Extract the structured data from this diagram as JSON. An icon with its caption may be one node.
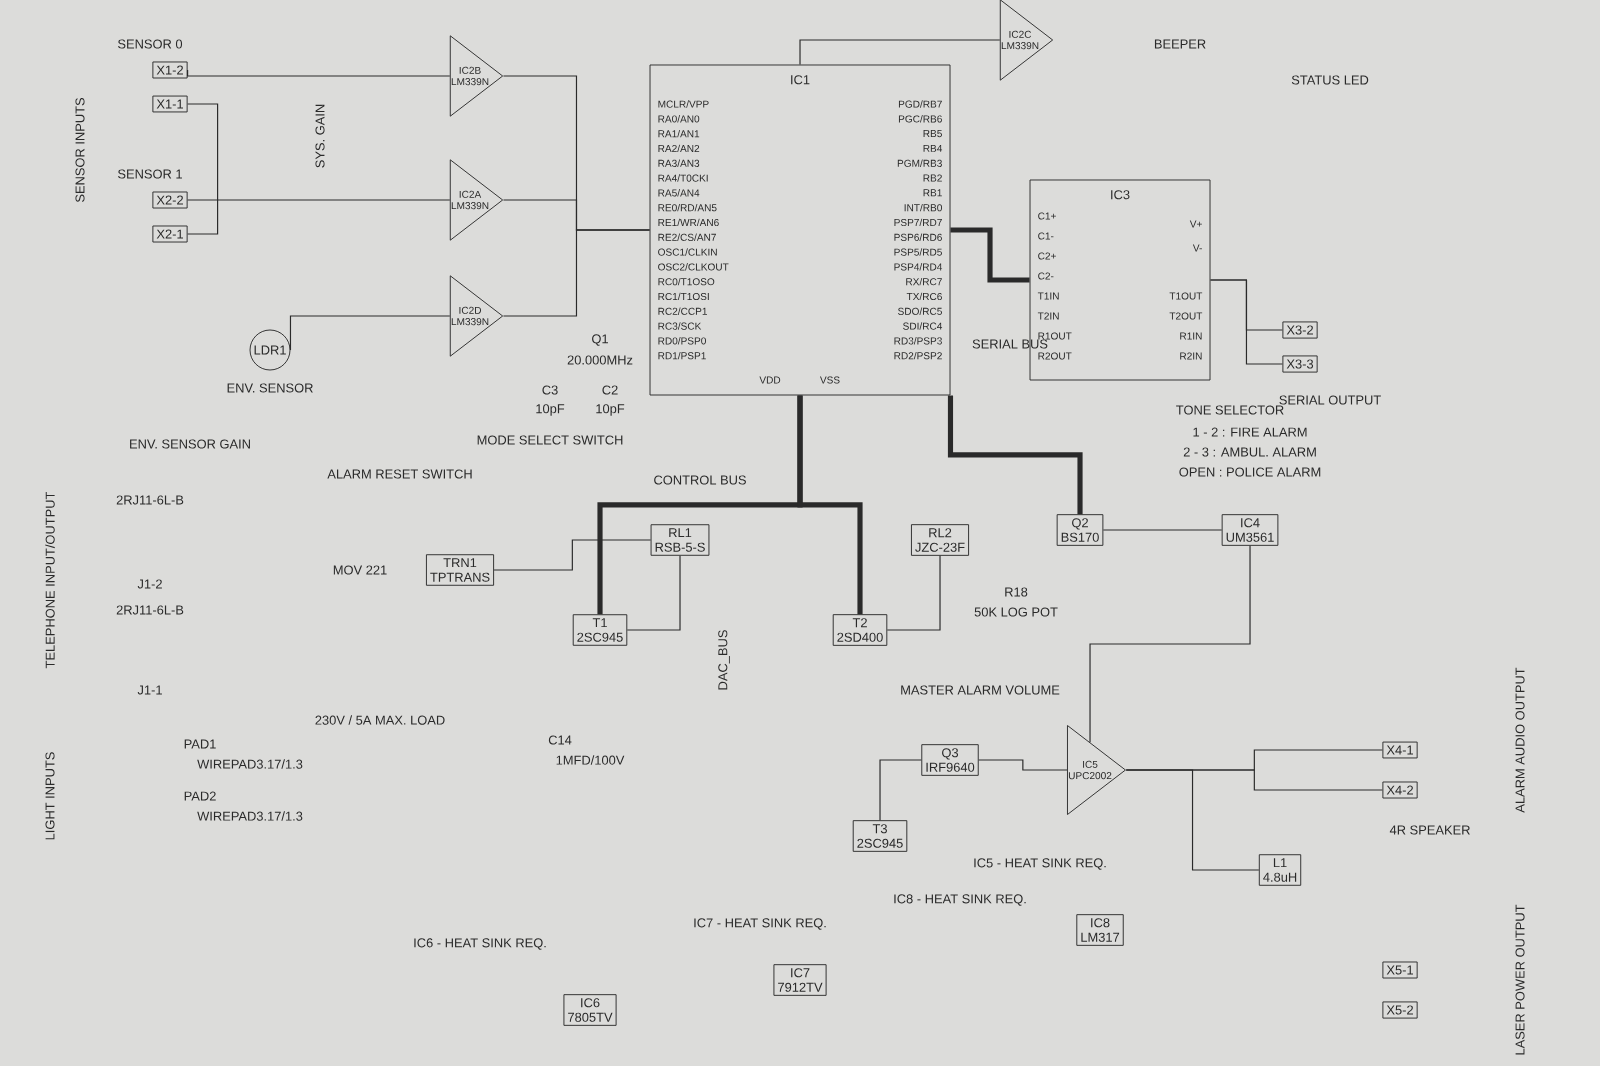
{
  "diagram": {
    "nodes": [
      {
        "text": [
          "X1-2"
        ]
      },
      {
        "text": [
          "X1-1"
        ]
      },
      {
        "text": [
          "X2-2"
        ]
      },
      {
        "text": [
          "X2-1"
        ]
      },
      {
        "text": [
          "IC2B",
          "LM339N"
        ]
      },
      {
        "text": [
          "IC2A",
          "LM339N"
        ]
      },
      {
        "text": [
          "LDR1"
        ],
        "beside": [
          "ENV. SENSOR"
        ]
      },
      {
        "text": [
          "IC2D",
          "LM339N"
        ]
      },
      {
        "text": [
          "IC1"
        ]
      },
      {
        "text": [
          "IC2C",
          "LM339N"
        ]
      },
      {
        "text": [
          "IC3"
        ]
      },
      {
        "text": [
          "X3-2"
        ]
      },
      {
        "text": [
          "X3-3"
        ]
      },
      {
        "text": [
          "IC4",
          "UM3561"
        ]
      },
      {
        "text": [
          "TRN1",
          "TPTRANS"
        ]
      },
      {
        "text": [
          "RL1",
          "RSB-5-S"
        ]
      },
      {
        "text": [
          "T1",
          "2SC945"
        ]
      },
      {
        "text": [
          "RL2",
          "JZC-23F"
        ]
      },
      {
        "text": [
          "T2",
          "2SD400"
        ]
      },
      {
        "text": [
          "Q2",
          "BS170"
        ]
      },
      {
        "text": [
          "Q3",
          "IRF9640"
        ]
      },
      {
        "text": [
          "T3",
          "2SC945"
        ]
      },
      {
        "text": [
          "IC5",
          "UPC2002"
        ]
      },
      {
        "text": [
          "X4-1"
        ]
      },
      {
        "text": [
          "X4-2"
        ]
      },
      {
        "text": [
          "L1",
          "4.8uH"
        ]
      },
      {
        "text": [
          "X5-1"
        ]
      },
      {
        "text": [
          "X5-2"
        ]
      },
      {
        "text": [
          "IC6",
          "7805TV"
        ]
      },
      {
        "text": [
          "IC7",
          "7912TV"
        ]
      },
      {
        "text": [
          "IC8",
          "LM317"
        ]
      }
    ],
    "edges": [
      {
        "from": 0,
        "to": 4,
        "arrow": "none"
      },
      {
        "from": 2,
        "to": 5,
        "arrow": "none"
      },
      {
        "from": 6,
        "to": 7,
        "arrow": "none"
      },
      {
        "from": 4,
        "to": 8,
        "arrow": "none"
      },
      {
        "from": 5,
        "to": 8,
        "arrow": "none"
      },
      {
        "from": 7,
        "to": 8,
        "arrow": "none"
      },
      {
        "from": 8,
        "to": 9,
        "arrow": "none"
      },
      {
        "from": 8,
        "to": 10,
        "arrow": "none",
        "style": "thick"
      },
      {
        "from": 10,
        "to": 11,
        "arrow": "none"
      },
      {
        "from": 10,
        "to": 12,
        "arrow": "none"
      },
      {
        "from": 8,
        "to": 16,
        "arrow": "none",
        "style": "thick"
      },
      {
        "from": 16,
        "to": 15,
        "arrow": "none"
      },
      {
        "from": 8,
        "to": 18,
        "arrow": "none",
        "style": "thick"
      },
      {
        "from": 18,
        "to": 17,
        "arrow": "none"
      },
      {
        "from": 8,
        "to": 19,
        "arrow": "none",
        "style": "thick"
      },
      {
        "from": 19,
        "to": 13,
        "arrow": "none"
      },
      {
        "from": 13,
        "to": 22,
        "arrow": "none"
      },
      {
        "from": 21,
        "to": 20,
        "arrow": "none"
      },
      {
        "from": 20,
        "to": 22,
        "arrow": "none"
      },
      {
        "from": 22,
        "to": 23,
        "arrow": "none"
      },
      {
        "from": 22,
        "to": 24,
        "arrow": "none"
      },
      {
        "from": 22,
        "to": 25,
        "arrow": "none"
      },
      {
        "from": 15,
        "to": 14,
        "arrow": "none"
      },
      {
        "from": 1,
        "to": 3,
        "arrow": "none"
      }
    ],
    "labels": [
      "SENSOR 0",
      "SENSOR 1",
      "SENSOR INPUTS",
      "SYS. GAIN",
      "ENV. SENSOR GAIN",
      "ALARM RESET SWITCH",
      "MODE SELECT SWITCH",
      "CONTROL BUS",
      "SERIAL BUS",
      "STATUS LED",
      "BEEPER",
      "SERIAL OUTPUT",
      "TONE SELECTOR",
      "1 - 2 : FIRE ALARM",
      "2 - 3 : AMBUL. ALARM",
      "OPEN : POLICE ALARM",
      "R18",
      "50K LOG POT",
      "MASTER ALARM VOLUME",
      "ALARM AUDIO OUTPUT",
      "4R SPEAKER",
      "LASER POWER OUTPUT",
      "TELEPHONE INPUT/OUTPUT",
      "2RJ11-6L-B",
      "J1-2",
      "2RJ11-6L-B",
      "J1-1",
      "230V / 5A MAX. LOAD",
      "PAD1",
      "WIREPAD3.17/1.3",
      "PAD2",
      "WIREPAD3.17/1.3",
      "LIGHT INPUTS",
      "MOV 221",
      "DAC_BUS",
      "C14",
      "1MFD/100V",
      "IC5 - HEAT SINK REQ.",
      "IC8 - HEAT SINK REQ.",
      "IC7 - HEAT SINK REQ.",
      "IC6 - HEAT SINK REQ.",
      "Q1",
      "20.000MHz",
      "C3",
      "10pF",
      "C2",
      "10pF",
      "MCLR/VPP",
      "RA0/AN0",
      "RA1/AN1",
      "RA2/AN2",
      "RA3/AN3",
      "RA4/T0CKI",
      "RA5/AN4",
      "RE0/RD/AN5",
      "RE1/WR/AN6",
      "RE2/CS/AN7",
      "OSC1/CLKIN",
      "OSC2/CLKOUT",
      "RC0/T1OSO",
      "RC1/T1OSI",
      "RC2/CCP1",
      "RC3/SCK",
      "RD0/PSP0",
      "RD1/PSP1",
      "PGD/RB7",
      "PGC/RB6",
      "RB5",
      "RB4",
      "PGM/RB3",
      "RB2",
      "RB1",
      "INT/RB0",
      "PSP7/RD7",
      "PSP6/RD6",
      "PSP5/RD5",
      "PSP4/RD4",
      "RX/RC7",
      "TX/RC6",
      "SDO/RC5",
      "SDI/RC4",
      "RD3/PSP3",
      "RD2/PSP2",
      "VDD",
      "VSS",
      "C1+",
      "C1-",
      "C2+",
      "C2-",
      "T1IN",
      "T2IN",
      "R1OUT",
      "R2OUT",
      "V+",
      "V-",
      "T1OUT",
      "T2OUT",
      "R1IN",
      "R2IN"
    ]
  }
}
